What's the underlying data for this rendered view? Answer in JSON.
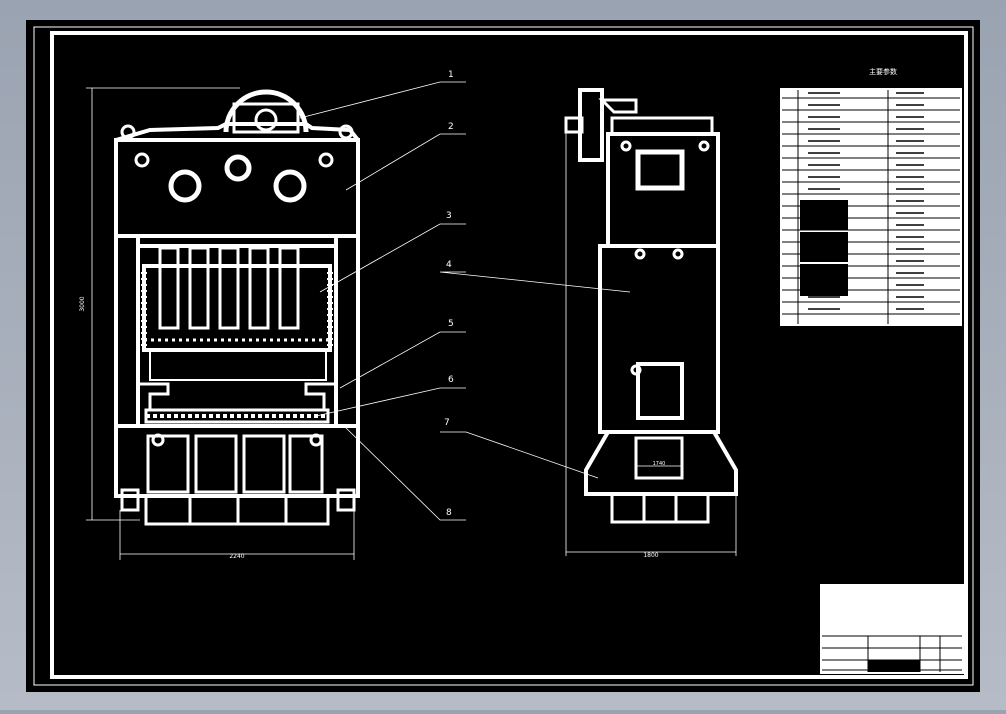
{
  "colors": {
    "background": "#000000",
    "lines": "#ffffff",
    "frame": "#9aa3b1"
  },
  "callouts": [
    "1",
    "2",
    "3",
    "4",
    "5",
    "6",
    "7",
    "8"
  ],
  "dimensions": {
    "front_height": "3000",
    "front_width": "2240",
    "side_width": "1800",
    "side_inner": "1740"
  },
  "spec_table": {
    "title": "主要参数"
  }
}
